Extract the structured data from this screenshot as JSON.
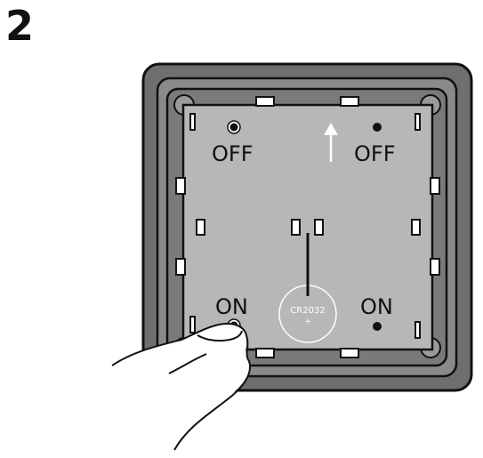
{
  "figure": {
    "step_number": "2"
  },
  "switch": {
    "top_left_label": "OFF",
    "top_right_label": "OFF",
    "bottom_left_label": "ON",
    "bottom_right_label": "ON",
    "battery_type": "CR2032",
    "battery_polarity": "+"
  },
  "colors": {
    "frame_outer": "#6f6f6f",
    "frame_mid": "#8a8a8a",
    "frame_inner": "#7a7a7a",
    "plate": "#b7b7b7",
    "outline": "#111111",
    "tab": "#ffffff"
  }
}
